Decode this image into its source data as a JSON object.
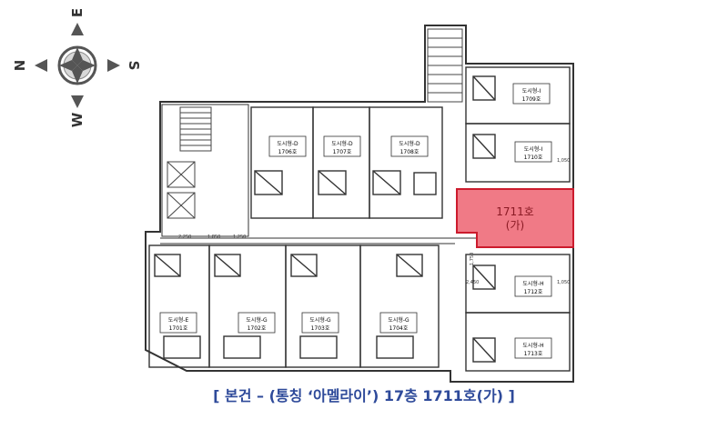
{
  "compass": {
    "n": "N",
    "s": "S",
    "e": "E",
    "w": "W"
  },
  "highlight": {
    "unit_no": "1711호",
    "unit_type": "(가)",
    "fill": "#f07a86",
    "stroke": "#cc1b2d"
  },
  "rooms_top": [
    {
      "type": "도시형-D",
      "no": "1706호"
    },
    {
      "type": "도시형-D",
      "no": "1707호"
    },
    {
      "type": "도시형-D",
      "no": "1708호"
    }
  ],
  "rooms_right": [
    {
      "type": "도시형-I",
      "no": "1709호"
    },
    {
      "type": "도시형-I",
      "no": "1710호"
    },
    {
      "type": "도시형-H",
      "no": "1712호"
    },
    {
      "type": "도시형-H",
      "no": "1713호"
    }
  ],
  "rooms_bottom": [
    {
      "type": "도시형-E",
      "no": "1701호"
    },
    {
      "type": "도시형-G",
      "no": "1702호"
    },
    {
      "type": "도시형-G",
      "no": "1703호"
    },
    {
      "type": "도시형-G",
      "no": "1704호"
    }
  ],
  "dimensions": {
    "d1": "2,250",
    "d2": "1,850",
    "d3": "1,250",
    "d4": "1,050",
    "d5": "1,050",
    "d6": "1,750",
    "d7": "2,450"
  },
  "caption": "[ 본건 – (통칭 ‘아멜라이’) 17층 1711호(가) ]"
}
